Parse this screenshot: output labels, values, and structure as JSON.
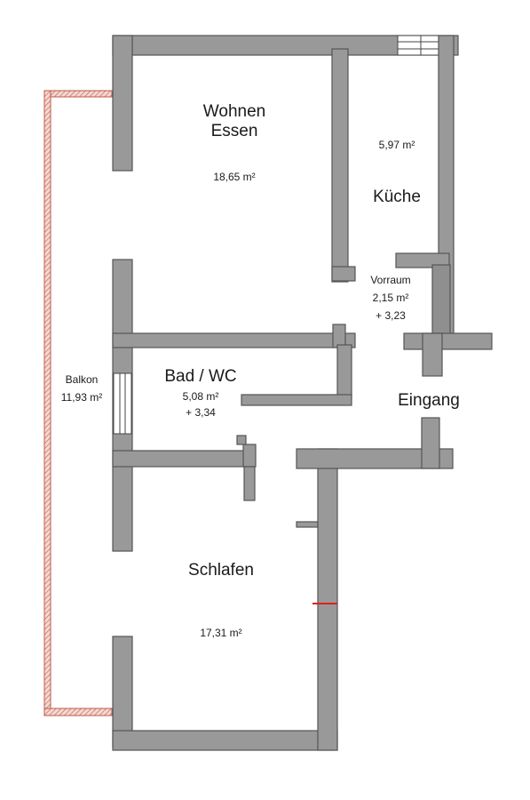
{
  "rooms": {
    "wohnen": {
      "name_line1": "Wohnen",
      "name_line2": "Essen",
      "area": "18,65 m²"
    },
    "kueche": {
      "name": "Küche",
      "area": "5,97 m²"
    },
    "vorraum": {
      "name": "Vorraum",
      "area": "2,15 m²",
      "extra": "+ 3,23"
    },
    "bad": {
      "name": "Bad / WC",
      "area": "5,08 m²",
      "extra": "+ 3,34"
    },
    "balkon": {
      "name": "Balkon",
      "area": "11,93 m²"
    },
    "eingang": {
      "name": "Eingang"
    },
    "schlafen": {
      "name": "Schlafen",
      "area": "17,31 m²"
    }
  },
  "colors": {
    "wall": "#999999",
    "wall_outline": "#555555",
    "balcony_hatch": "#c0584a",
    "marker": "#e02020",
    "text": "#1a1a1a"
  }
}
